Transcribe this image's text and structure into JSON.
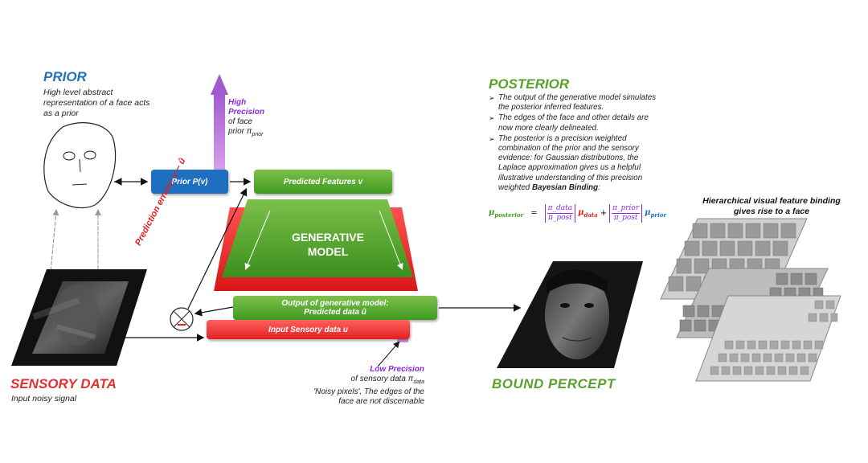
{
  "prior": {
    "title": "PRIOR",
    "description": "High level abstract representation of a face acts as a prior",
    "box_label": "Prior P(v)"
  },
  "precision_high": {
    "label": "High Precision",
    "text1": "of face",
    "text2": "prior π",
    "subscript": "prior"
  },
  "precision_low": {
    "label": "Low Precision",
    "text1": "of sensory data π",
    "subscript": "data",
    "text2": "'Noisy pixels', The edges of the face are not discernable"
  },
  "predicted_features": "Predicted Features v",
  "generative_model": {
    "line1": "GENERATIVE",
    "line2": "MODEL"
  },
  "output_box": {
    "line1": "Output of generative model:",
    "line2": "Predicted data û"
  },
  "input_box": "Input Sensory data u",
  "prediction_errors": "Prediction errors: u − û",
  "sensory": {
    "title": "SENSORY DATA",
    "description": "Input noisy signal"
  },
  "bound_percept": "BOUND  PERCEPT",
  "posterior": {
    "title": "POSTERIOR",
    "bullet1": "The output of the generative model simulates the posterior inferred features.",
    "bullet2": "The edges of the face and other details are now more clearly delineated.",
    "bullet3": "The  posterior is a precision weighted combination of the prior and the sensory evidence: for Gaussian distributions, the Laplace approximation gives us a helpful illustrative understanding of  this precision weighted",
    "bullet3_bold": "Bayesian Binding",
    "bullet3_end": ":"
  },
  "formula": {
    "lhs": "μ",
    "lhs_sub": "posterior",
    "eq": "=",
    "frac1_num": "π_data",
    "frac1_den": "π_post",
    "mu_data": "μ",
    "mu_data_sub": "data",
    "plus": "+",
    "frac2_num": "π_prior",
    "frac2_den": "π_post",
    "mu_prior": "μ",
    "mu_prior_sub": "prior"
  },
  "hierarchy": "Hierarchical visual feature binding gives rise to a face",
  "colors": {
    "prior_blue": "#1e6fc0",
    "green": "#3f9a20",
    "red": "#e02020",
    "purple": "#8a2be2"
  }
}
